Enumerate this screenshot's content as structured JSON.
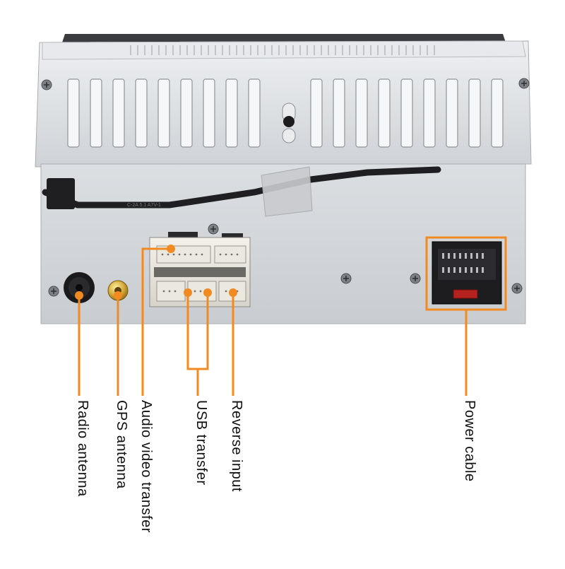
{
  "product": "Car stereo head unit — rear panel",
  "colors": {
    "accent": "#f28a22",
    "chassis": "#d8dadd",
    "text": "#111111"
  },
  "callouts": [
    {
      "id": "radio",
      "label": "Radio antenna"
    },
    {
      "id": "gps",
      "label": "GPS antenna"
    },
    {
      "id": "av",
      "label": "Audio video transfer"
    },
    {
      "id": "usb",
      "label": "USB transfer"
    },
    {
      "id": "reverse",
      "label": "Reverse input"
    },
    {
      "id": "power",
      "label": "Power cable"
    }
  ],
  "cable_print": "C-2A  5.1  A7V-1"
}
